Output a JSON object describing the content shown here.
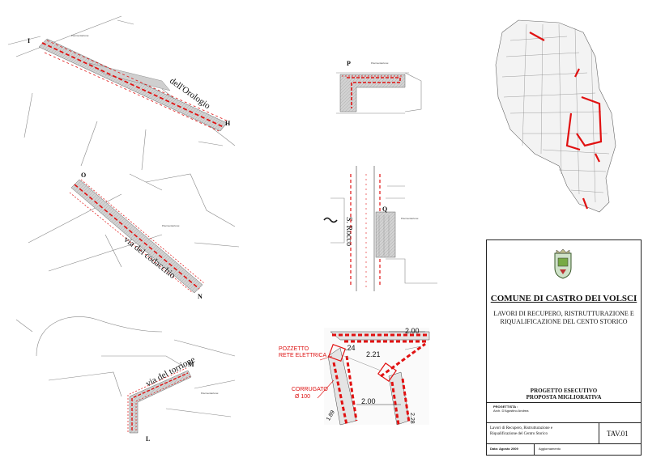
{
  "markers": {
    "I": "I",
    "H": "H",
    "P": "P",
    "O": "O",
    "Q": "Q",
    "N": "N",
    "M": "M",
    "L": "L",
    "tilde": "~"
  },
  "streets": {
    "orologio": "dell'Orologio",
    "codacchio": "via del codacchio",
    "torrione": "via del torrione",
    "rocco": "S. Rocco"
  },
  "detail": {
    "pozzetto": "POZZETTO",
    "rete": "RETE ELETTRICA",
    "corrugato": "CORRUGATO",
    "corrugato_size": "Ø 100",
    "dim_top": "2.00",
    "dim_mid": "2.21",
    "dim_bottom": "2.00",
    "dim_24": ".24",
    "dim_right": "2.28",
    "dim_left": "1.89"
  },
  "notes": {
    "pav": "Pavimentazione:"
  },
  "titleblock": {
    "comune": "COMUNE DI CASTRO DEI VOLSCI",
    "lavori_line1": "LAVORI DI RECUPERO, RISTRUTTURAZIONE E",
    "lavori_line2": "RIQUALIFICAZIONE DEL CENTO STORICO",
    "progetto_line1": "PROGETTO ESECUTIVO",
    "progetto_line2": "PROPOSTA MIGLIORATIVA",
    "progettista_label": "PROGETTISTA :",
    "progettista_name": "Arch. D'Agostino Andrea",
    "desc_line1": "Lavori di Recupero, Ristrutturazione e",
    "desc_line2": "Riqualificazione del Centro Storico",
    "tav": "TAV.01",
    "data": "Data: Agosto 2009",
    "aggiornamento": "Aggiornamento"
  },
  "colors": {
    "red": "#e11111",
    "grey": "#c8c8c8",
    "line": "#555555"
  }
}
